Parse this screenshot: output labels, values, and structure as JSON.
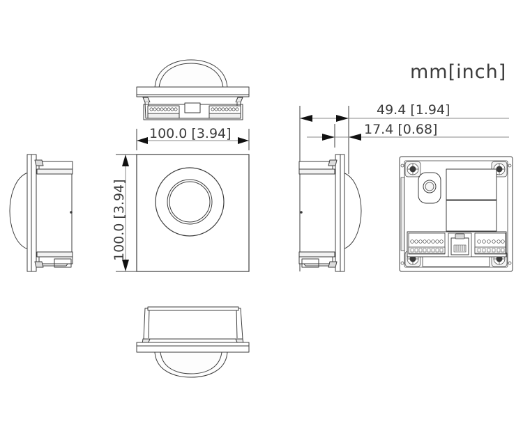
{
  "drawing": {
    "title": "mm[inch]",
    "units_note": "mm[inch]",
    "line_color": "#3c3c3c",
    "fill_color": "#ffffff",
    "background": "#ffffff"
  },
  "dimensions": {
    "width": {
      "label": "100.0  [3.94]",
      "mm": 100.0,
      "inch": 3.94,
      "orientation": "horizontal",
      "view": "front"
    },
    "height": {
      "label": "100.0  [3.94]",
      "mm": 100.0,
      "inch": 3.94,
      "orientation": "vertical",
      "view": "front"
    },
    "depth_total": {
      "label": "49.4  [1.94]",
      "mm": 49.4,
      "inch": 1.94,
      "orientation": "horizontal",
      "view": "right-side"
    },
    "depth_flange": {
      "label": "17.4  [0.68]",
      "mm": 17.4,
      "inch": 0.68,
      "orientation": "horizontal",
      "view": "right-side"
    }
  },
  "views": {
    "top": {
      "name": "top-view"
    },
    "bottom": {
      "name": "bottom-view"
    },
    "front": {
      "name": "front-view"
    },
    "left_side": {
      "name": "left-side-view"
    },
    "right_side": {
      "name": "right-side-view"
    },
    "rear": {
      "name": "rear-view"
    }
  },
  "rear_components": {
    "screws": 4,
    "left_terminal_holes": 9,
    "right_terminal_holes": 6,
    "left_terminal_small_holes": 9,
    "right_terminal_small_holes": 6,
    "rj45_port": "rj45-ethernet-port",
    "button": "round-button",
    "panels": 2
  }
}
